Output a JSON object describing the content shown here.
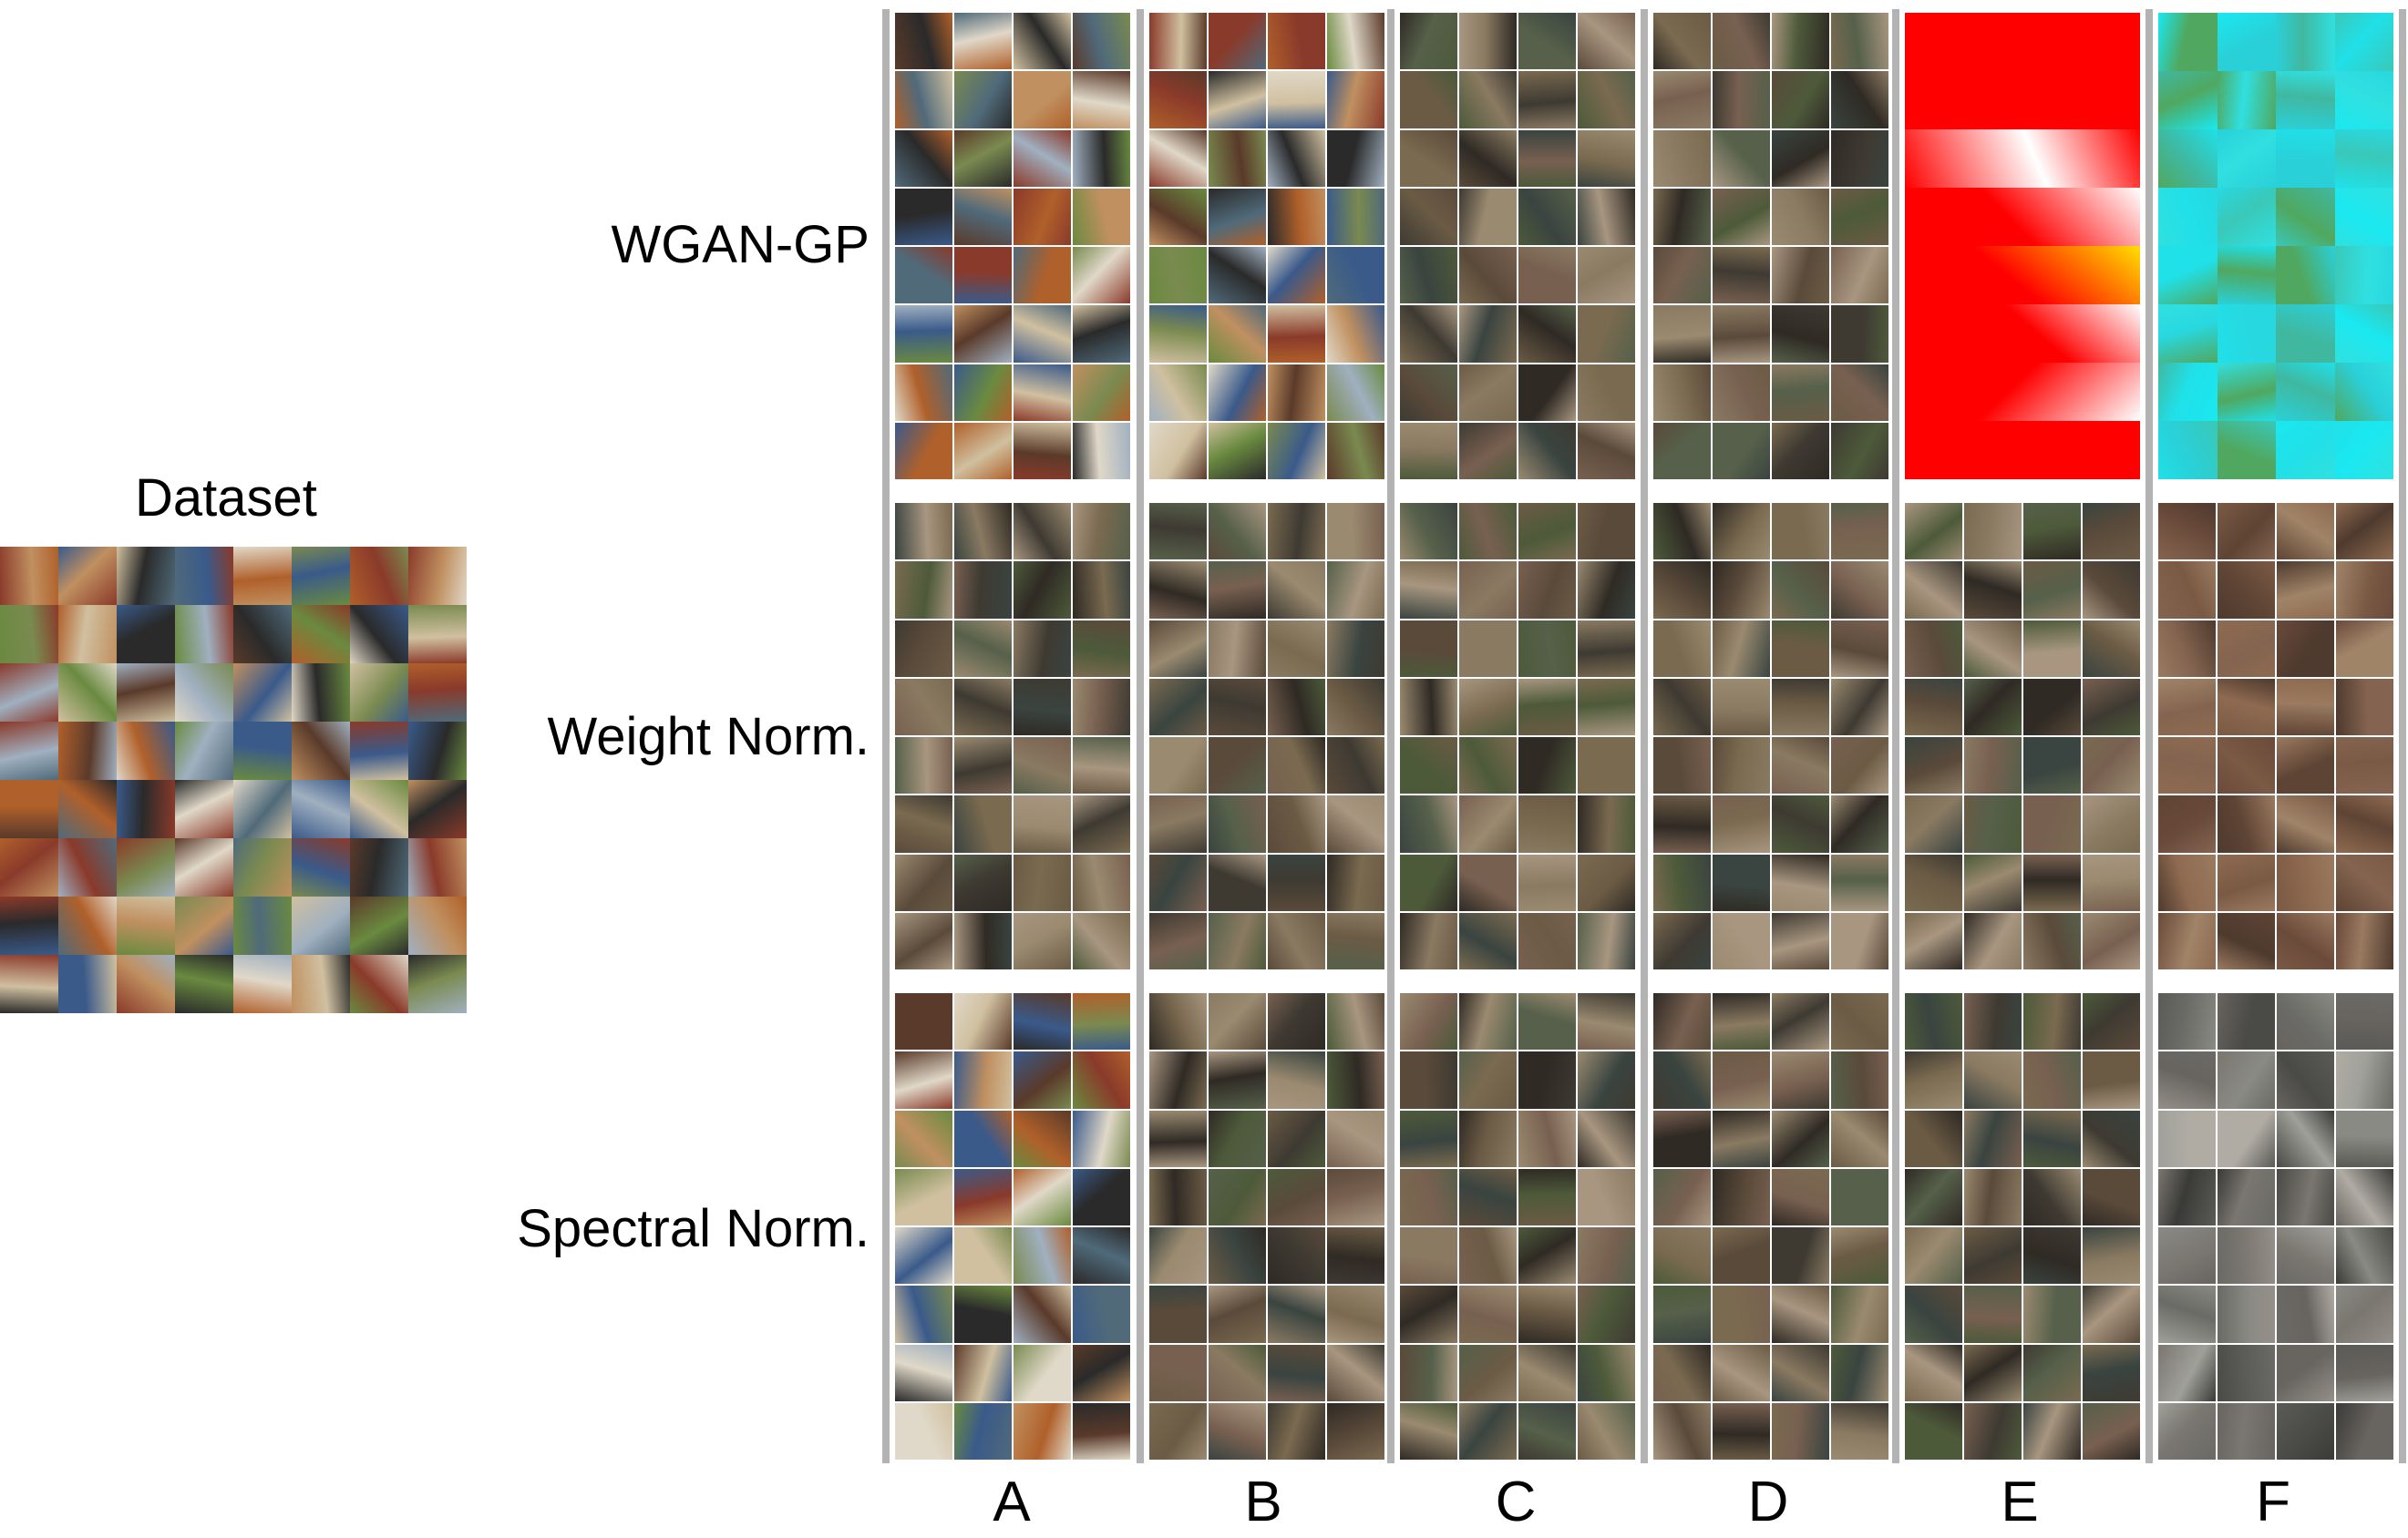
{
  "dataset_label": "Dataset",
  "row_labels": [
    "WGAN-GP",
    "Weight Norm.",
    "Spectral Norm."
  ],
  "column_labels": [
    "A",
    "B",
    "C",
    "D",
    "E",
    "F"
  ],
  "palettes": {
    "natural": [
      "#5a4a3a",
      "#7a6a50",
      "#3e3a32",
      "#8a7a62",
      "#4d5a3a",
      "#6b5b45",
      "#2f2a24",
      "#9a8a70",
      "#56604a",
      "#a89680",
      "#3a4440",
      "#786050"
    ],
    "vivid": [
      "#3a5a8a",
      "#b0602a",
      "#6a8a40",
      "#d0c0a0",
      "#2a2a2a",
      "#8a3a2a",
      "#c09060",
      "#506a7a",
      "#e0d8c8",
      "#5a3a2a",
      "#a0b0c0",
      "#7a8a50"
    ],
    "gray": [
      "#6a6a66",
      "#8a8a84",
      "#4a4a46",
      "#a0a09a",
      "#5a5a56",
      "#7a7670",
      "#3a3a38",
      "#949088",
      "#686460",
      "#b0aca4"
    ],
    "brown": [
      "#7a5a44",
      "#8e6a50",
      "#5e4434",
      "#9a7a60",
      "#6a4a3a",
      "#846450",
      "#4e3a2e",
      "#a08468"
    ],
    "red": [
      "#ff0000",
      "#ff0000",
      "#ff0000",
      "#ff0000",
      "#ff0000",
      "#ffffff",
      "#ffe000",
      "#ff0000"
    ],
    "cyan": [
      "#20e0e8",
      "#2ad0d8",
      "#3ac8b8",
      "#1ae8f0",
      "#40b8a0",
      "#28d8e0",
      "#50a860",
      "#30e0e0"
    ]
  }
}
